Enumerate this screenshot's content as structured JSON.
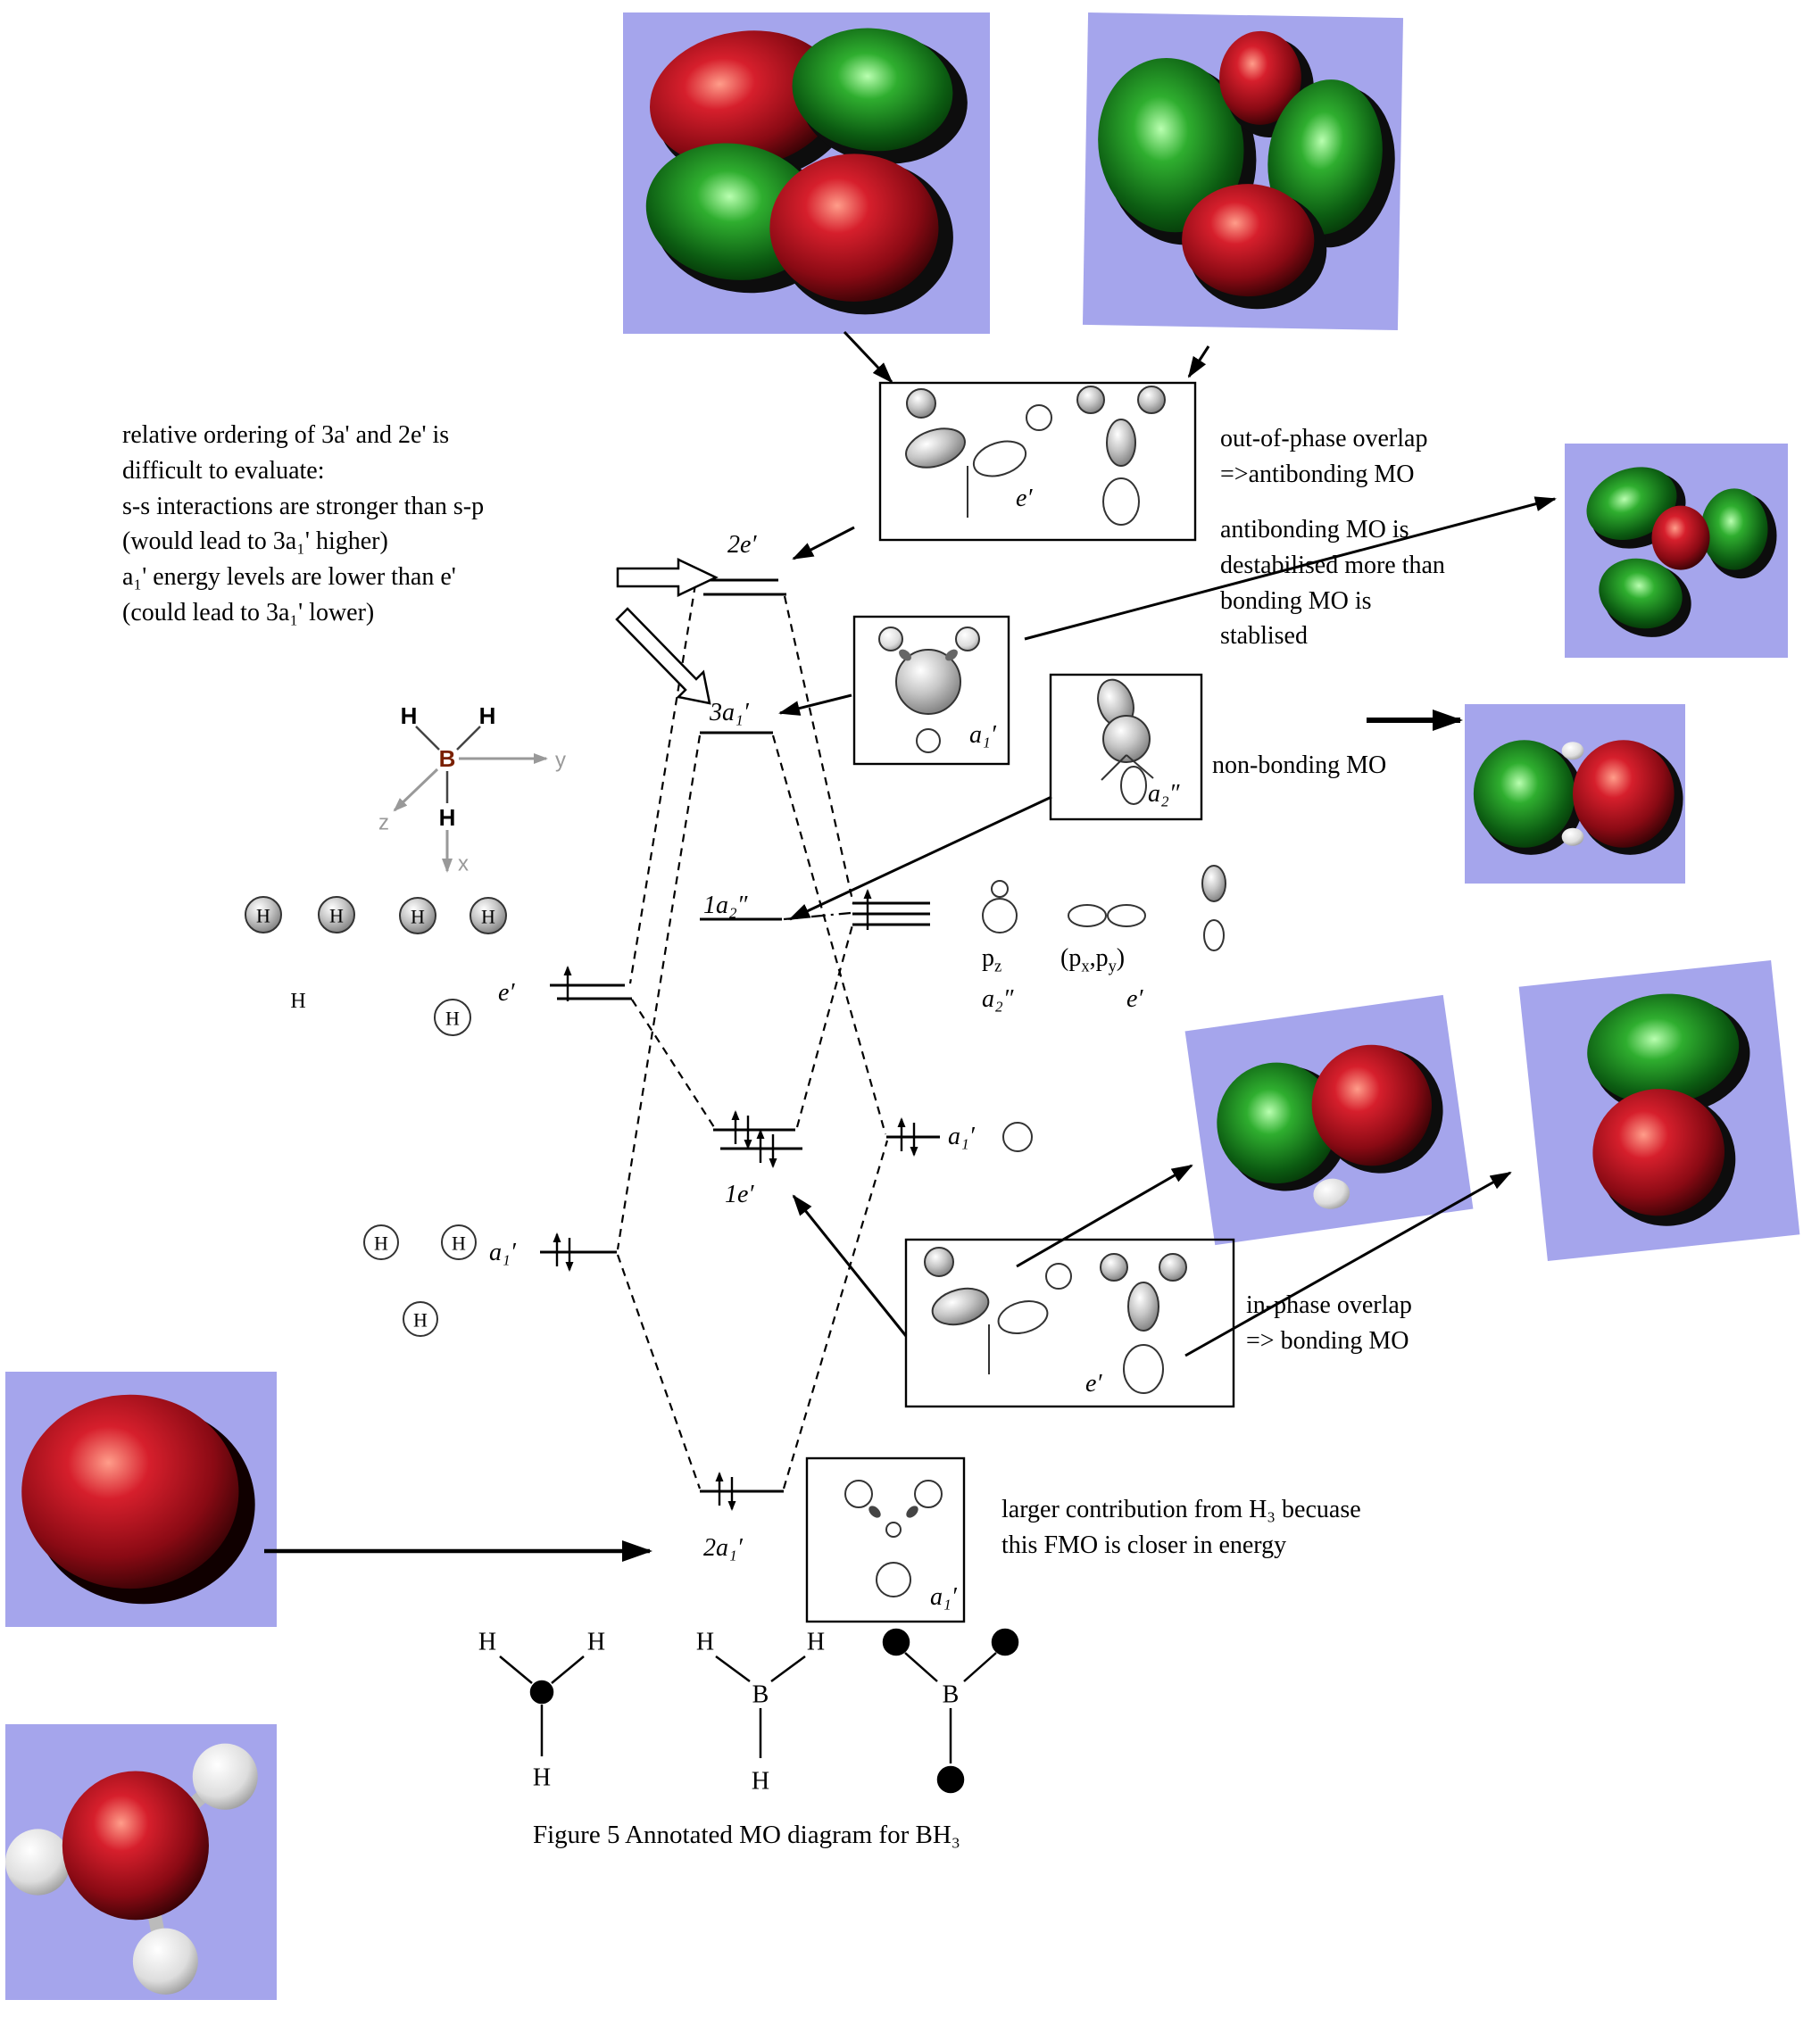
{
  "figure": {
    "caption": "Figure 5 Annotated MO diagram for BH₃"
  },
  "notes": {
    "ordering": [
      "relative ordering of 3a' and 2e' is",
      "difficult to evaluate:",
      "s-s interactions are stronger than s-p",
      "(would lead to 3a₁' higher)",
      "a₁' energy levels are lower than e'",
      "(could lead to 3a₁' lower)"
    ],
    "out_of_phase": [
      "out-of-phase overlap",
      "=>antibonding MO"
    ],
    "destabilised": [
      "antibonding MO is",
      "destabilised more than",
      "bonding MO is",
      "stablised"
    ],
    "non_bonding": "non-bonding MO",
    "in_phase": [
      "in-phase overlap",
      "=> bonding MO"
    ],
    "contribution": [
      "larger contribution from H₃ becuase",
      "this FMO is closer in energy"
    ]
  },
  "levels": {
    "mo_2e": "2e′",
    "mo_3a1": "3a₁′",
    "mo_1a2": "1a₂″",
    "mo_1e": "1e′",
    "mo_2a1": "2a₁′",
    "h3_e": "e′",
    "h3_a1": "a₁′",
    "b_a1": "a₁′"
  },
  "sketch_labels": {
    "e_antibonding": "e′",
    "a1_antibonding": "a₁′",
    "a2_nonbonding": "a₂″",
    "e_bonding": "e′",
    "a1_bonding": "a₁′"
  },
  "atomic_orbitals": {
    "pz_base": "p",
    "pz_sub": "z",
    "pz_symmetry": "a₂″",
    "pxpy_open": "(p",
    "pxpy_sub1": "x",
    "pxpy_mid": ",p",
    "pxpy_sub2": "y",
    "pxpy_close": ")",
    "pxpy_symmetry": "e′"
  },
  "atoms": {
    "H": "H",
    "B": "B"
  },
  "axes": {
    "x": "x",
    "y": "y",
    "z": "z"
  }
}
